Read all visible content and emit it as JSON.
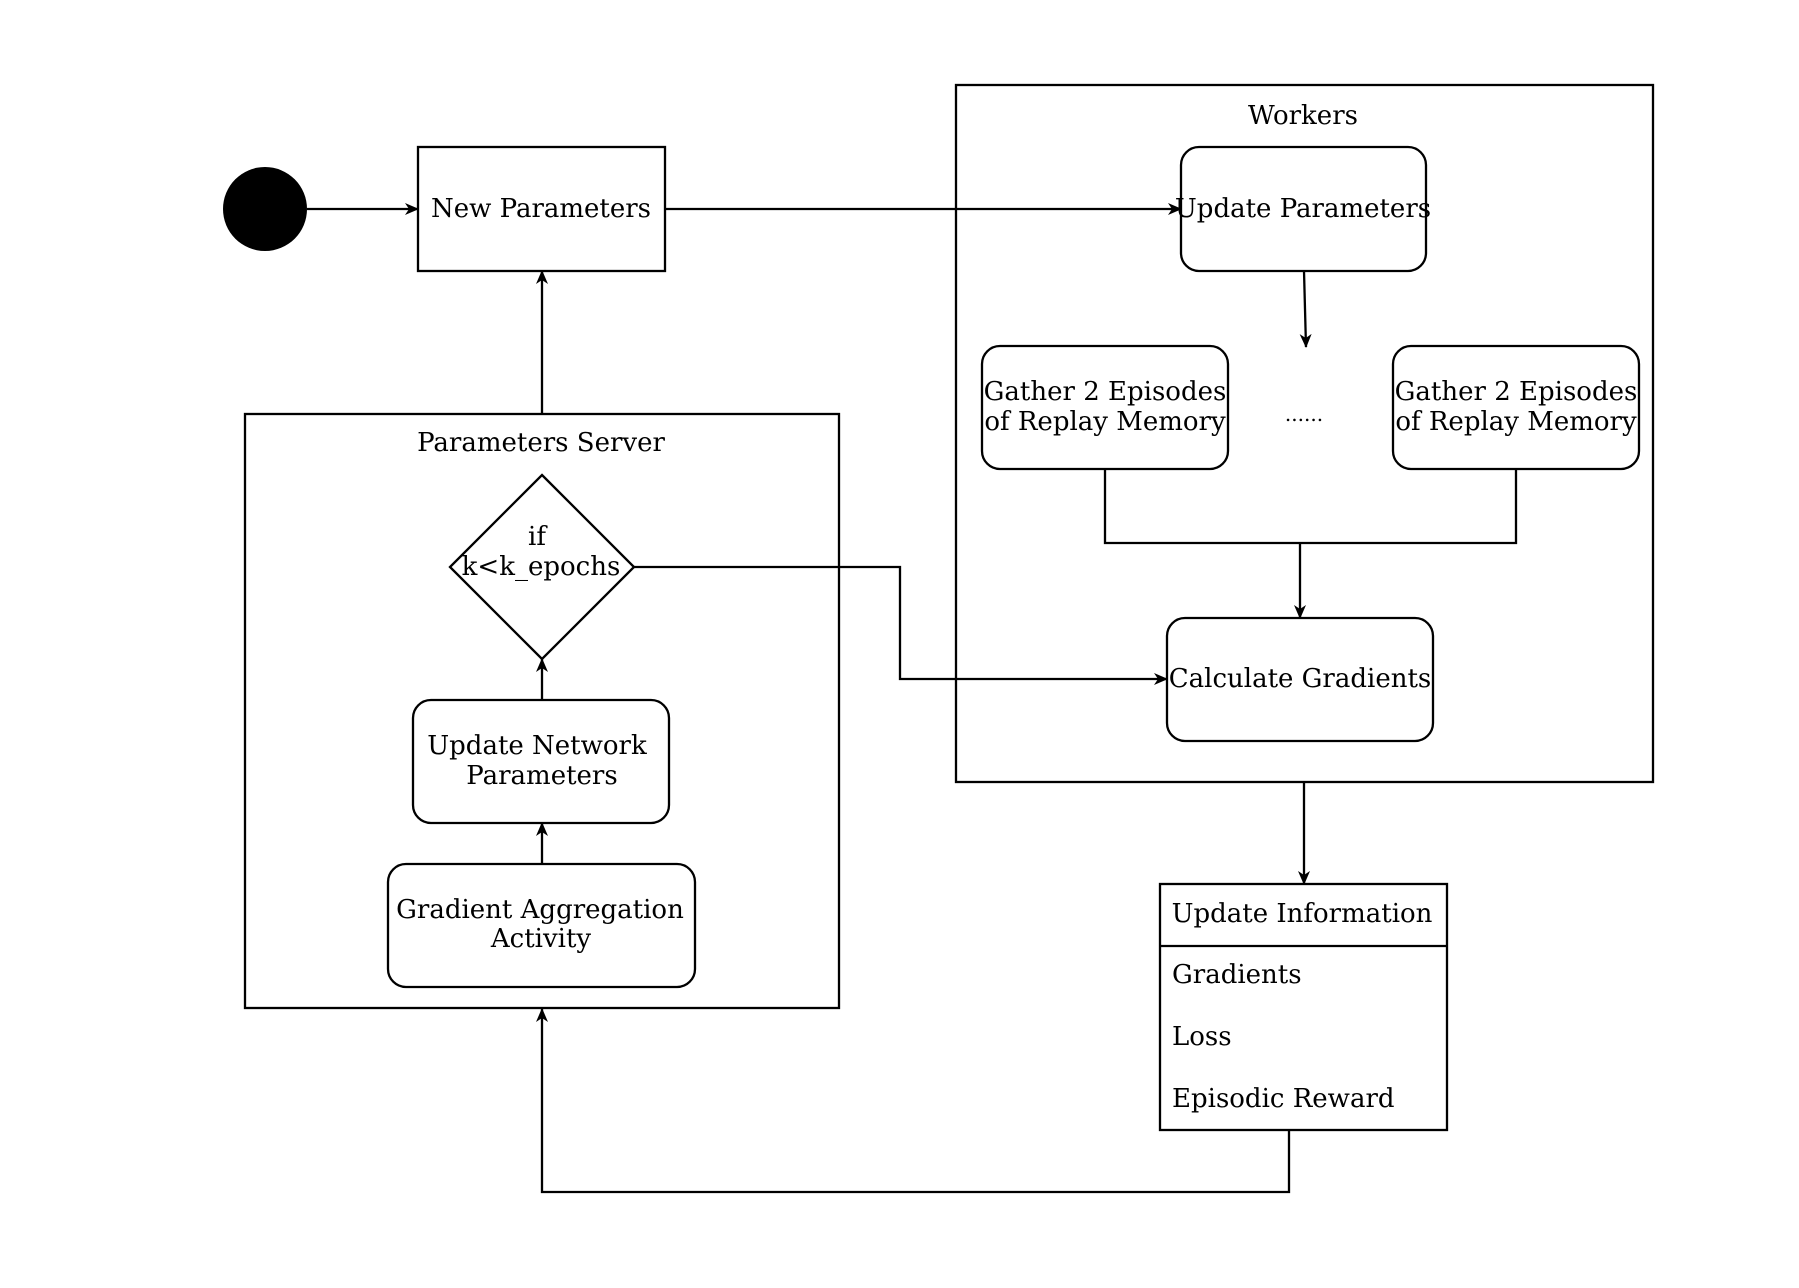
{
  "colors": {
    "stroke": "#000000",
    "fill": "#ffffff",
    "start_node": "#000000"
  },
  "nodes": {
    "new_parameters": "New Parameters",
    "workers_title": "Workers",
    "update_parameters": "Update Parameters",
    "gather_left": [
      "Gather 2 Episodes",
      "of Replay Memory"
    ],
    "gather_right": [
      "Gather 2 Episodes",
      "of Replay Memory"
    ],
    "ellipsis": "......",
    "calculate_gradients": "Calculate Gradients",
    "parameters_server_title": "Parameters Server",
    "decision": [
      "if",
      "k<k_epochs"
    ],
    "update_network_parameters": [
      "Update Network",
      "Parameters"
    ],
    "gradient_aggregation": [
      "Gradient Aggregation",
      "Activity"
    ],
    "update_information": {
      "title": "Update Information",
      "items": [
        "Gradients",
        "Loss",
        "Episodic Reward"
      ]
    }
  }
}
